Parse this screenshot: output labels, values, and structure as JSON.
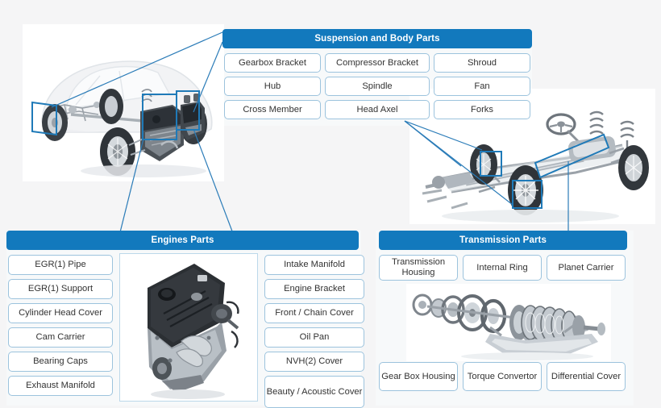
{
  "theme": {
    "header_blue": "#1279bd",
    "chip_border": "#9cc3dd",
    "chip_text": "#333333",
    "page_bg": "#f5f5f6",
    "panel_bg": "#f7f9fa",
    "connector_blue": "#2b7cb8"
  },
  "panels": {
    "suspension": {
      "title": "Suspension and Body Parts",
      "parts": [
        "Gearbox Bracket",
        "Compressor Bracket",
        "Shroud",
        "Hub",
        "Spindle",
        "Fan",
        "Cross Member",
        "Head Axel",
        "Forks"
      ]
    },
    "engines": {
      "title": "Engines Parts",
      "parts_left": [
        "EGR(1) Pipe",
        "EGR(1) Support",
        "Cylinder Head Cover",
        "Cam Carrier",
        "Bearing Caps",
        "Exhaust Manifold"
      ],
      "parts_right": [
        "Intake Manifold",
        "Engine Bracket",
        "Front / Chain Cover",
        "Oil Pan",
        "NVH(2) Cover",
        "Beauty / Acoustic Cover"
      ],
      "image_caption": "engine-block-photo"
    },
    "transmission": {
      "title": "Transmission Parts",
      "parts_top": [
        "Transmission Housing",
        "Internal Ring",
        "Planet Carrier"
      ],
      "parts_bottom": [
        "Gear Box Housing",
        "Torque Convertor",
        "Differential Cover"
      ],
      "image_caption": "transmission-cutaway-photo"
    }
  },
  "images": {
    "car": "cutaway-car-chassis-photo",
    "chassis": "suspension-chassis-photo"
  }
}
